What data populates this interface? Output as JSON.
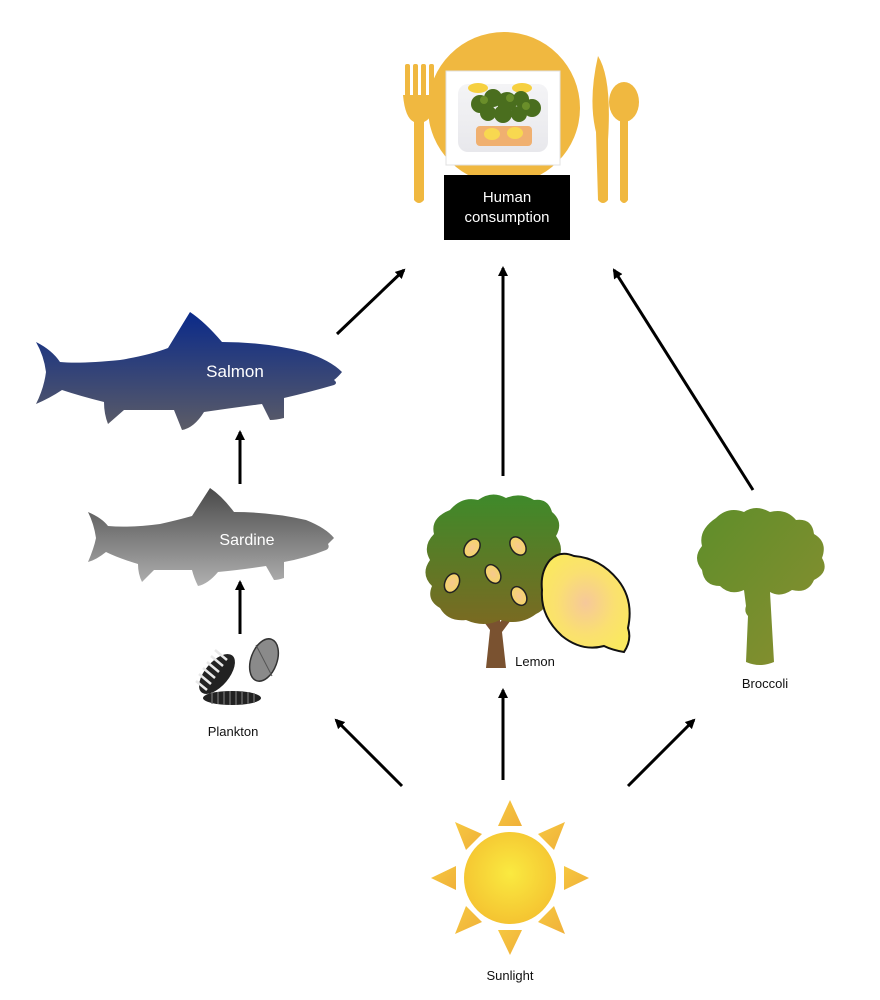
{
  "title": "Food web",
  "nodes": {
    "human": {
      "label_line1": "Human",
      "label_line2": "consumption"
    },
    "salmon": {
      "label": "Salmon"
    },
    "sardine": {
      "label": "Sardine"
    },
    "plankton": {
      "label": "Plankton"
    },
    "lemon": {
      "label": "Lemon"
    },
    "broccoli": {
      "label": "Broccoli"
    },
    "sunlight": {
      "label": "Sunlight"
    }
  },
  "edges": [
    {
      "from": "Salmon",
      "to": "Human consumption"
    },
    {
      "from": "Lemon",
      "to": "Human consumption"
    },
    {
      "from": "Broccoli",
      "to": "Human consumption"
    },
    {
      "from": "Sardine",
      "to": "Salmon"
    },
    {
      "from": "Plankton",
      "to": "Sardine"
    },
    {
      "from": "Sunlight",
      "to": "Plankton"
    },
    {
      "from": "Sunlight",
      "to": "Lemon"
    },
    {
      "from": "Sunlight",
      "to": "Broccoli"
    }
  ],
  "colors": {
    "tableware": "#F0B840",
    "salmon_top": "#0A2A8A",
    "salmon_bottom": "#5A5A6A",
    "sardine_top": "#505050",
    "sardine_bottom": "#A8A8A8",
    "tree_top": "#3E8A2A",
    "tree_bottom": "#7A6A20",
    "broccoli": "#6E8E2E",
    "sun": "#F8D030",
    "label_box": "#000000"
  }
}
